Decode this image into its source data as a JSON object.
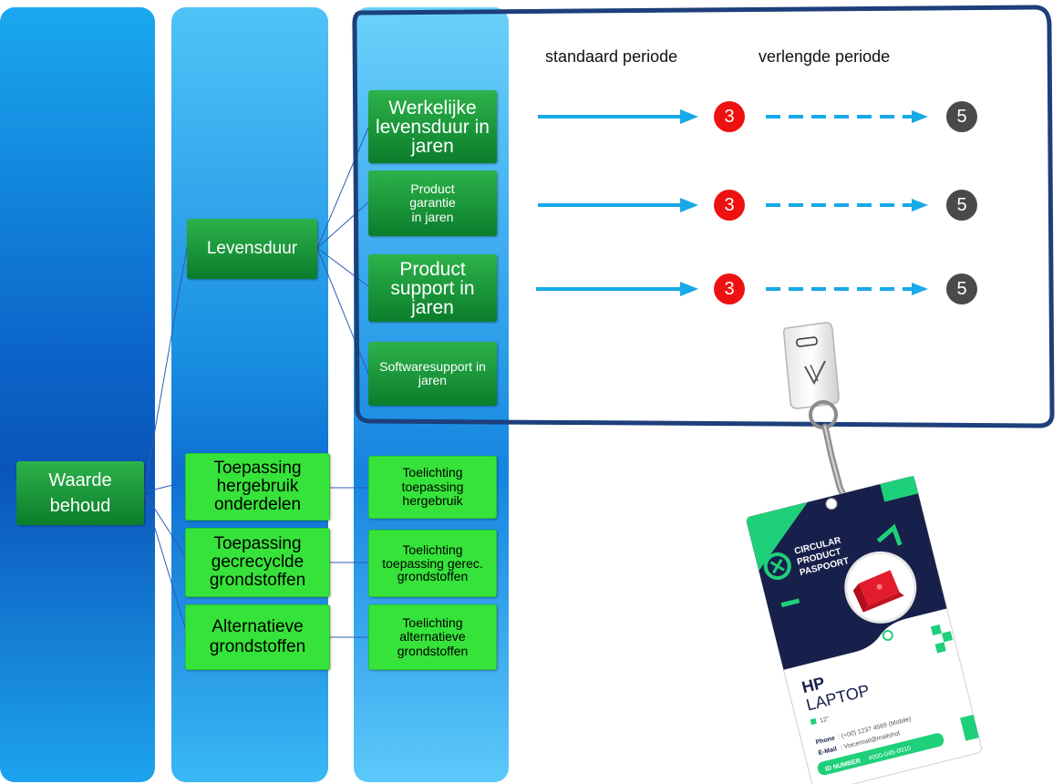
{
  "diagram": {
    "root": {
      "label": "Waarde behoud"
    },
    "level1": [
      {
        "label": "Levensduur"
      },
      {
        "label": "Toepassing hergebruik onderdelen"
      },
      {
        "label": "Toepassing gecrecyclde grondstoffen"
      },
      {
        "label": "Alternatieve grondstoffen"
      }
    ],
    "level2": [
      {
        "label": "Werkelijke levensduur in jaren"
      },
      {
        "label": "Product garantie in jaren"
      },
      {
        "label": "Product support in jaren"
      },
      {
        "label": "Softwaresupport in jaren"
      },
      {
        "label": "Toelichting toepassing hergebruik"
      },
      {
        "label": "Toelichting toepassing gerec. grondstoffen"
      },
      {
        "label": "Toelichting alternatieve grondstoffen"
      }
    ]
  },
  "periods": {
    "standard_label": "standaard periode",
    "extended_label": "verlengde periode",
    "rows": [
      {
        "standard": "3",
        "extended": "5"
      },
      {
        "standard": "3",
        "extended": "5"
      },
      {
        "standard": "3",
        "extended": "5"
      }
    ]
  },
  "badge": {
    "brand_line1": "CIRCULAR",
    "brand_line2": "PRODUCT",
    "brand_line3": "PASPOORT",
    "product_brand": "HP",
    "product_name": "LAPTOP",
    "size": "12\"",
    "phone_label": "Phone",
    "phone_value": ": (+00) 1237 4569 (Mobile)",
    "email_label": "E-Mail",
    "email_value": ": Voicemail@mailshot",
    "id_label": "ID NUMBER",
    "id_value": "#000-045-0010"
  },
  "colors": {
    "dark_green": "#0b7d2c",
    "light_green": "#36e33a",
    "blue_arrow": "#17a9e8",
    "red_circle": "#ee1111",
    "grey_circle": "#4a4a4a",
    "frame": "#1d3f7a"
  }
}
